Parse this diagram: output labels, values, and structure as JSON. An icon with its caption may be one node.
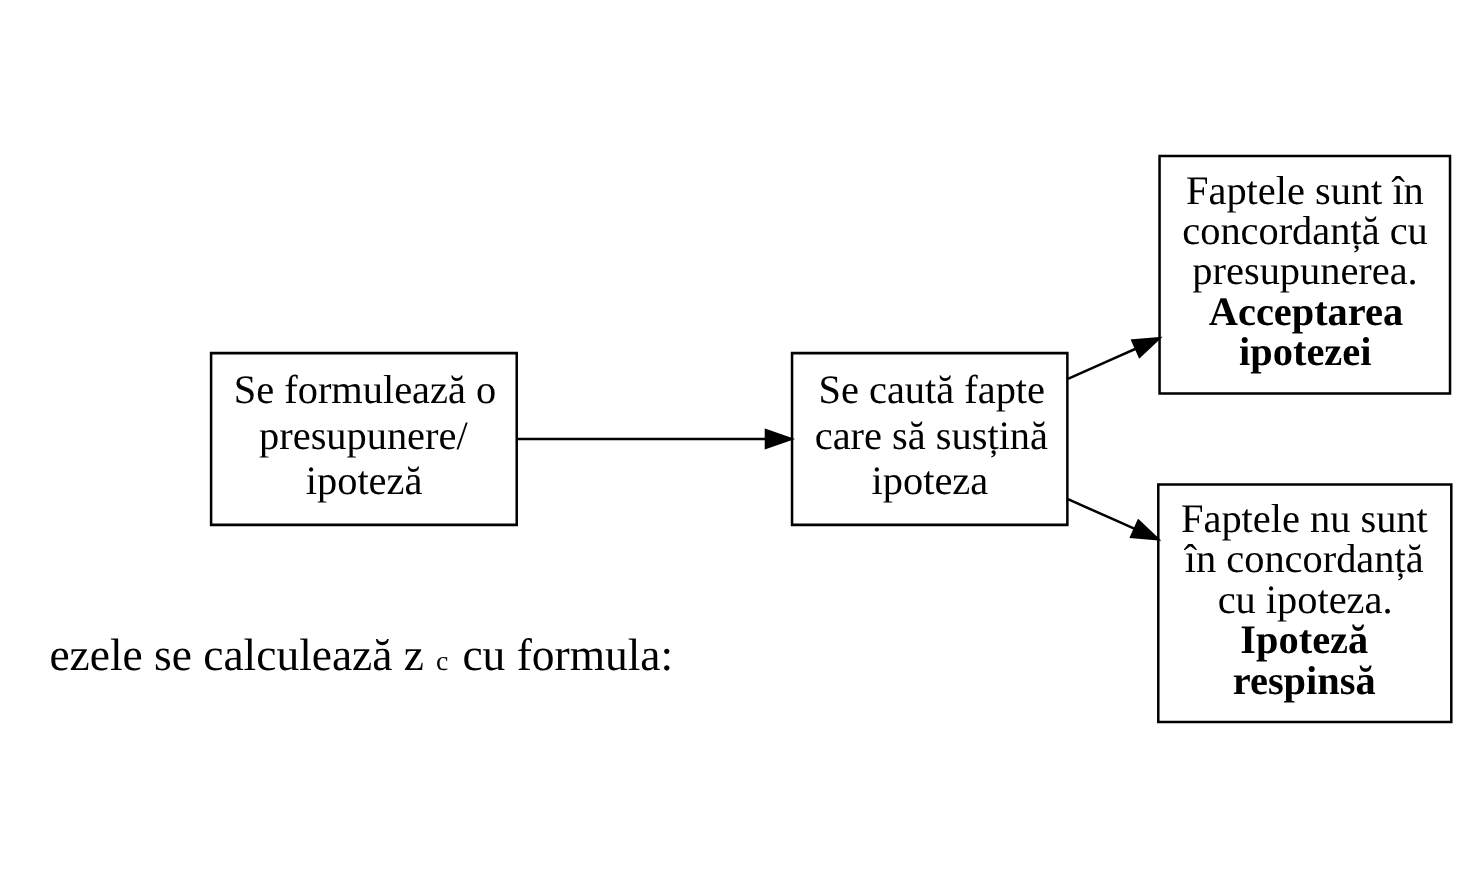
{
  "diagram": {
    "nodes": [
      {
        "text": [
          "Se formulează o presupunere/ ipoteză"
        ]
      },
      {
        "text": [
          "Se caută fapte care să susțină ipoteza"
        ]
      },
      {
        "text": [
          "Faptele sunt în concordanță cu presupunerea.",
          "Acceptarea ipotezei"
        ]
      },
      {
        "text": [
          "Faptele nu sunt în concordanță cu ipoteza.",
          "Ipoteză respinsă"
        ]
      }
    ],
    "edges": [
      {
        "from": 0,
        "to": 1,
        "arrow": "to"
      },
      {
        "from": 1,
        "to": 2,
        "arrow": "to"
      },
      {
        "from": 1,
        "to": 3,
        "arrow": "to"
      }
    ],
    "labels": [
      "ezele se calculează z$_{c}$ cu formula:"
    ]
  }
}
